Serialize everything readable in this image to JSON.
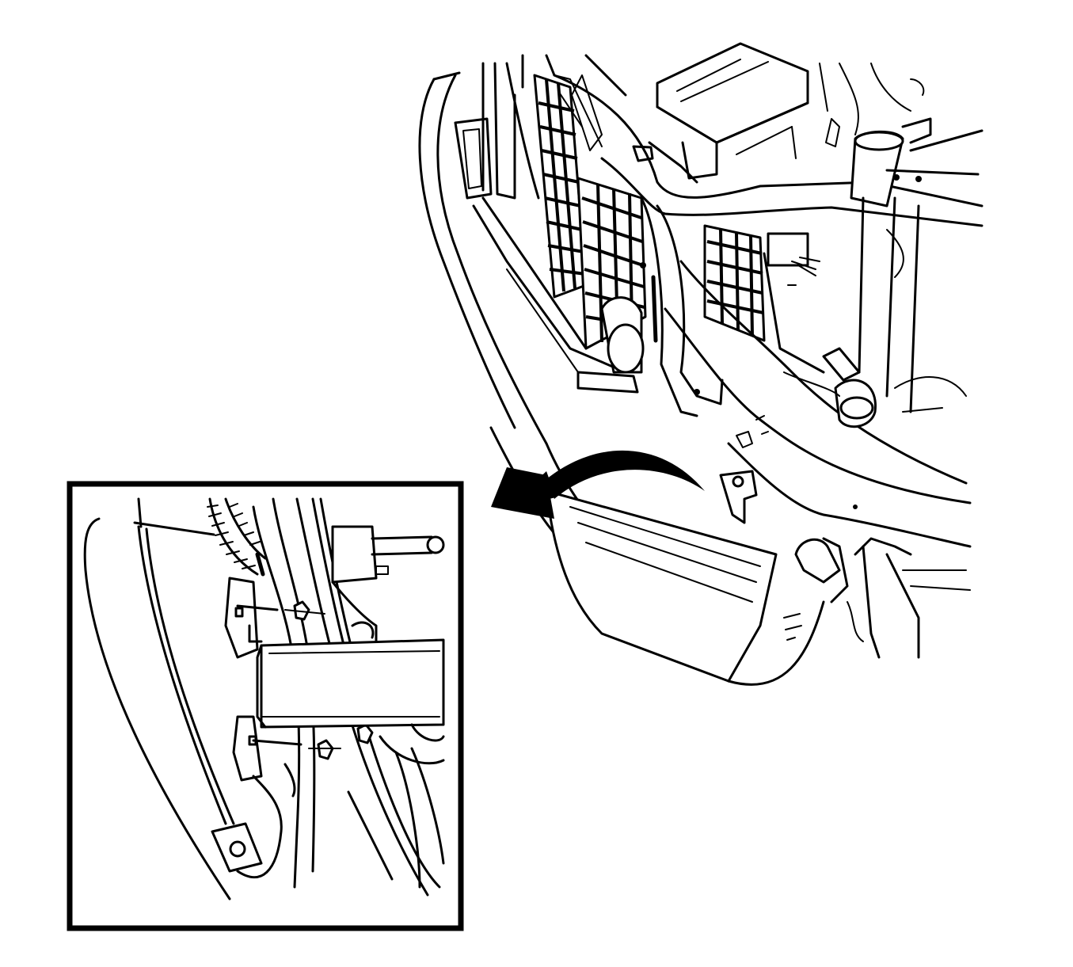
{
  "figure": {
    "description_visible_text": [],
    "colors": {
      "line": "#000000",
      "background": "#ffffff"
    },
    "components": {
      "main_view": "front-end-assembly",
      "inset": "bumper-bracket-detail",
      "arrow": "callout-arrow"
    }
  }
}
